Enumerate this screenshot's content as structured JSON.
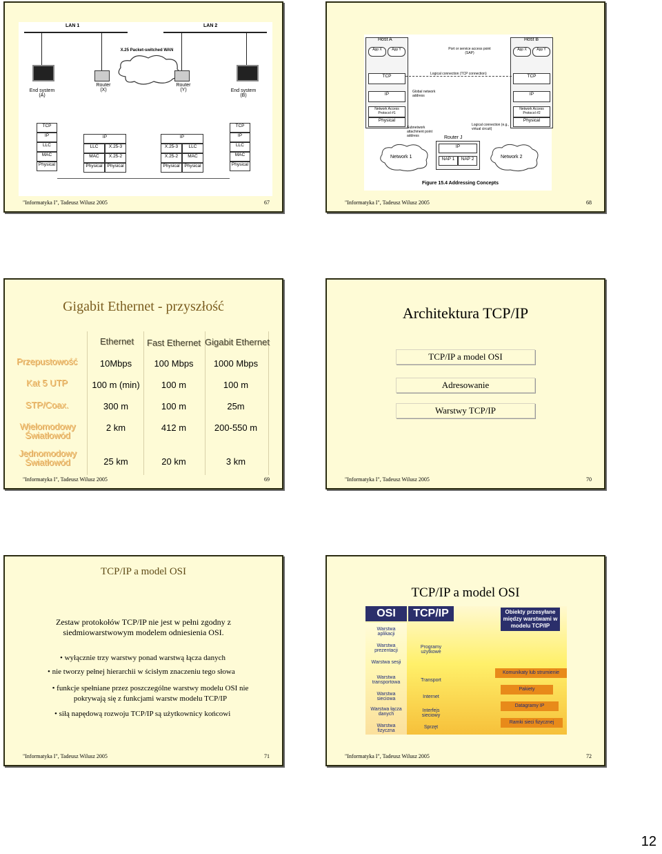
{
  "footer_text": "\"Informatyka I\", Tadeusz Wilusz 2005",
  "page_number": "12",
  "slide67": {
    "number": "67",
    "diagram": {
      "lan1": "LAN 1",
      "lan2": "LAN 2",
      "wan": "X.25 Packet-switched WAN",
      "end_a": "End system (A)",
      "router_x": "Router (X)",
      "router_y": "Router (Y)",
      "end_b": "End system (B)",
      "stack_a": [
        "TCP",
        "IP",
        "LLC",
        "MAC",
        "Physical"
      ],
      "stack_x_left": [
        "IP",
        "LLC",
        "MAC",
        "Physical"
      ],
      "stack_x_right": [
        "X.25-3",
        "X.25-2",
        "Physical"
      ],
      "stack_y_left": [
        "X.25-3",
        "X.25-2",
        "Physical"
      ],
      "stack_y_right": [
        "IP",
        "LLC",
        "MAC",
        "Physical"
      ],
      "stack_b": [
        "TCP",
        "IP",
        "LLC",
        "MAC",
        "Physical"
      ]
    }
  },
  "slide68": {
    "number": "68",
    "diagram": {
      "host_a": "Host A",
      "host_b": "Host B",
      "app_x": "App X",
      "app_y": "App Y",
      "port": "Port or service access point (SAP)",
      "logical_conn": "Logical connection (TCP connection)",
      "tcp": "TCP",
      "ip": "IP",
      "global_addr": "Global network address",
      "nap1": "Network Access Protocol #1",
      "nap2": "Network Access Protocol #2",
      "physical": "Physical",
      "subnet_attach": "Subnetwork attachment point address",
      "logical_vc": "Logical connection (e.g., virtual circuit)",
      "router_j": "Router J",
      "network1": "Network 1",
      "network2": "Network 2",
      "nap1_short": "NAP 1",
      "nap2_short": "NAP 2",
      "caption": "Figure 15.4 Addressing Concepts"
    }
  },
  "slide69": {
    "number": "69",
    "title": "Gigabit Ethernet - przyszłość",
    "columns": [
      "Ethernet",
      "Fast Ethernet",
      "Gigabit Ethernet"
    ],
    "rows": [
      {
        "label": "Przepustowość",
        "values": [
          "10Mbps",
          "100 Mbps",
          "1000 Mbps"
        ]
      },
      {
        "label": "Kat 5 UTP",
        "values": [
          "100 m (min)",
          "100 m",
          "100 m"
        ]
      },
      {
        "label": "STP/Coax.",
        "values": [
          "300 m",
          "100 m",
          "25m"
        ]
      },
      {
        "label": "Wielomodowy Światłowód",
        "values": [
          "2 km",
          "412 m",
          "200-550 m"
        ]
      },
      {
        "label": "Jednomodowy Światłowód",
        "values": [
          "25 km",
          "20 km",
          "3 km"
        ]
      }
    ]
  },
  "slide70": {
    "number": "70",
    "title": "Architektura TCP/IP",
    "items": [
      "TCP/IP a model OSI",
      "Adresowanie",
      "Warstwy TCP/IP"
    ]
  },
  "slide71": {
    "number": "71",
    "title": "TCP/IP a model OSI",
    "intro": "Zestaw protokołów TCP/IP nie jest w pełni zgodny z siedmiowarstwowym modelem odniesienia OSI.",
    "bullets": [
      "wyłącznie trzy warstwy ponad warstwą łącza danych",
      "nie tworzy pełnej hierarchii w ścisłym znaczeniu tego słowa",
      "funkcje spełniane przez poszczególne warstwy modelu OSI nie pokrywają się z funkcjami warstw modelu TCP/IP",
      "siłą napędową rozwoju TCP/IP są użytkownicy końcowi"
    ]
  },
  "slide72": {
    "number": "72",
    "title": "TCP/IP a model OSI",
    "osi_header": "OSI",
    "tcpip_header": "TCP/IP",
    "objects_header": "Obiekty przesyłane między warstwami w modelu TCP/IP",
    "osi_layers": [
      "Warstwa aplikacji",
      "Warstwa prezentacji",
      "Warstwa sesji",
      "Warstwa transportowa",
      "Warstwa sieciowa",
      "Warstwa łącza danych",
      "Warstwa fizyczna"
    ],
    "tcpip_layers": [
      "Programy użytkowe",
      "Transport",
      "Internet",
      "Interfejs sieciowy",
      "Sprzęt"
    ],
    "objects": [
      "Komunikaty lub strumienie",
      "Pakiety",
      "Datagramy IP",
      "Ramki sieci fizycznej"
    ],
    "colors": {
      "header_bg": "#2b2f6b",
      "yellow": "#f8d64a",
      "orange": "#e88a1a",
      "blue_label": "#1a2a7a"
    }
  }
}
